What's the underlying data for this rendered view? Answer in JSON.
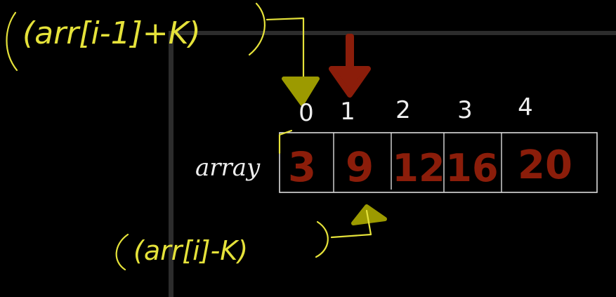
{
  "colors": {
    "background": "#000000",
    "frame": "#333333",
    "annotation": "#e5e23a",
    "olive_marker": "#9c9a00",
    "red": "#8b1d0a",
    "white": "#eeeeee"
  },
  "annotation_top": "(arr[i-1]+K)",
  "annotation_bottom": "(arr[i]-K)",
  "array_label": "array",
  "indices": [
    "0",
    "1",
    "2",
    "3",
    "4"
  ],
  "values": [
    "3",
    "9",
    "12",
    "16",
    "20"
  ]
}
